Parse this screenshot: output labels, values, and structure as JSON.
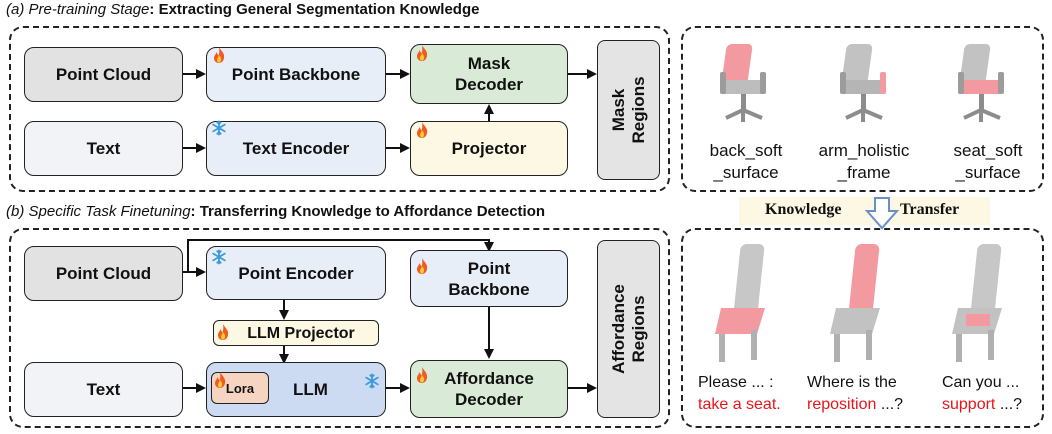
{
  "colors": {
    "accent_red": "#e8141b",
    "frame": "#222222",
    "chair_highlight": "#f29aa0"
  },
  "stage_a": {
    "label": "(a) Pre-training Stage",
    "sep": ":",
    "title": "Extracting General Segmentation Knowledge",
    "point_cloud": "Point Cloud",
    "text": "Text",
    "point_backbone": "Point Backbone",
    "text_encoder": "Text Encoder",
    "mask_decoder_1": "Mask",
    "mask_decoder_2": "Decoder",
    "projector": "Projector",
    "output_1": "Mask",
    "output_2": "Regions"
  },
  "chairs_a": [
    {
      "line1": "back_soft",
      "line2": "_surface"
    },
    {
      "line1": "arm_holistic",
      "line2": "_frame"
    },
    {
      "line1": "seat_soft",
      "line2": "_surface"
    }
  ],
  "transfer": {
    "left": "Knowledge",
    "right": "Transfer"
  },
  "stage_b": {
    "label": "(b) Specific Task Finetuning",
    "sep": ":",
    "title": "Transferring Knowledge to Affordance Detection",
    "point_cloud": "Point Cloud",
    "text": "Text",
    "point_encoder": "Point Encoder",
    "llm_projector": "LLM Projector",
    "lora": "Lora",
    "llm": "LLM",
    "point_backbone_1": "Point",
    "point_backbone_2": "Backbone",
    "aff_decoder_1": "Affordance",
    "aff_decoder_2": "Decoder",
    "output_1": "Affordance",
    "output_2": "Regions"
  },
  "chairs_b": [
    {
      "line1": "Please ... :",
      "action": "take a seat.",
      "suffix": ""
    },
    {
      "line1": "Where is the",
      "action": "reposition",
      "suffix": " ...?"
    },
    {
      "line1": "Can you ...",
      "action": "support",
      "suffix": " ...?"
    }
  ],
  "icons": {
    "trainable": "flame-icon",
    "frozen": "snowflake-icon",
    "transfer_arrow": "down-arrow-icon"
  }
}
